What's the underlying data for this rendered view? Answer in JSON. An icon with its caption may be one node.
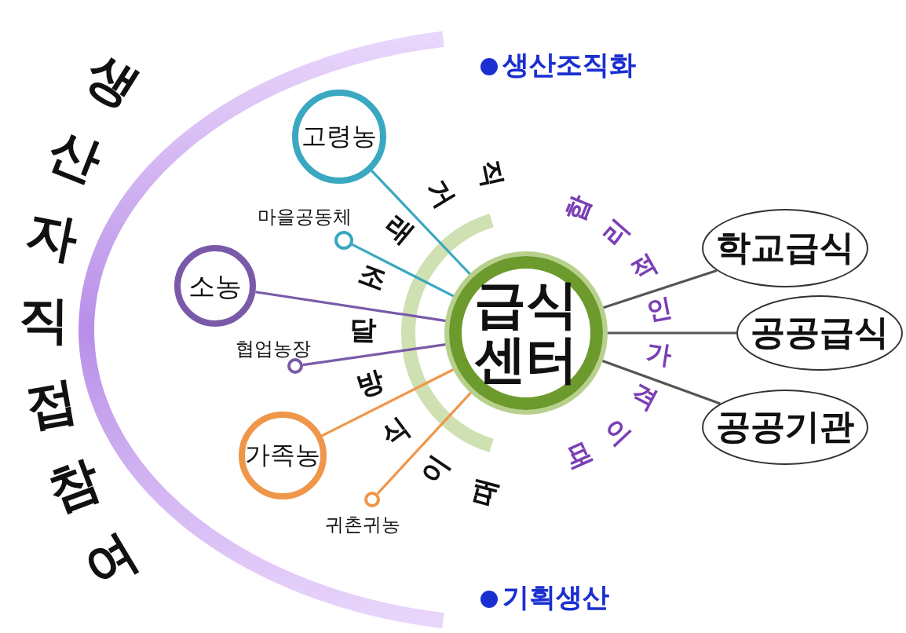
{
  "diagram": {
    "nodes": [
      {
        "text": [
          "급식센터"
        ]
      },
      {
        "text": [
          "고령농"
        ]
      },
      {
        "text": [],
        "shape": "circle",
        "beside": [
          "마을공동체"
        ]
      },
      {
        "text": [
          "소농"
        ]
      },
      {
        "text": [],
        "shape": "circle",
        "beside": [
          "협업농장"
        ]
      },
      {
        "text": [
          "가족농"
        ]
      },
      {
        "text": [],
        "shape": "circle",
        "beside": [
          "귀촌귀농"
        ]
      },
      {
        "text": [
          "학교급식"
        ]
      },
      {
        "text": [
          "공공급식"
        ]
      },
      {
        "text": [
          "공공기관"
        ]
      }
    ],
    "edges": [
      {
        "from": 1,
        "to": 0,
        "arrow": "none",
        "color": "#3aa8c0"
      },
      {
        "from": 2,
        "to": 0,
        "arrow": "none",
        "color": "#3aa8c0"
      },
      {
        "from": 3,
        "to": 0,
        "arrow": "none",
        "color": "#7a5aa8"
      },
      {
        "from": 4,
        "to": 0,
        "arrow": "none",
        "color": "#7a5aa8"
      },
      {
        "from": 5,
        "to": 0,
        "arrow": "none",
        "color": "#f0964a"
      },
      {
        "from": 6,
        "to": 0,
        "arrow": "none",
        "color": "#f0964a"
      },
      {
        "from": 0,
        "to": 7,
        "arrow": "none",
        "color": "#555555"
      },
      {
        "from": 0,
        "to": 8,
        "arrow": "none",
        "color": "#555555"
      },
      {
        "from": 0,
        "to": 9,
        "arrow": "none",
        "color": "#555555"
      }
    ],
    "labels": [
      "생산자직접참여",
      "직거래조달방식이때",
      "합리적인가격이때",
      "생산조직화",
      "기획생산"
    ]
  }
}
